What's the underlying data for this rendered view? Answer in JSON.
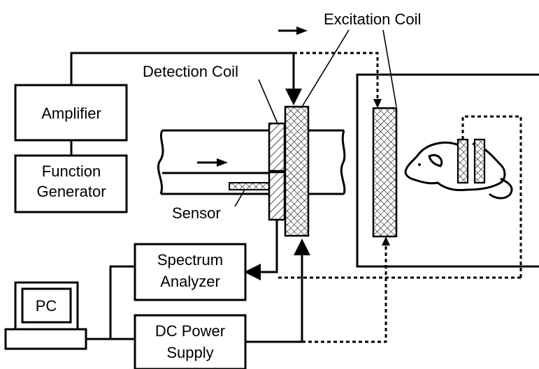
{
  "labels": {
    "excitation_coil": "Excitation Coil",
    "detection_coil": "Detection Coil",
    "amplifier": "Amplifier",
    "function_generator_line1": "Function",
    "function_generator_line2": "Generator",
    "sensor": "Sensor",
    "spectrum_analyzer_line1": "Spectrum",
    "spectrum_analyzer_line2": "Analyzer",
    "dc_power_supply_line1": "DC Power",
    "dc_power_supply_line2": "Supply",
    "pc": "PC"
  },
  "colors": {
    "stroke": "#000000",
    "background": "#ffffff"
  }
}
